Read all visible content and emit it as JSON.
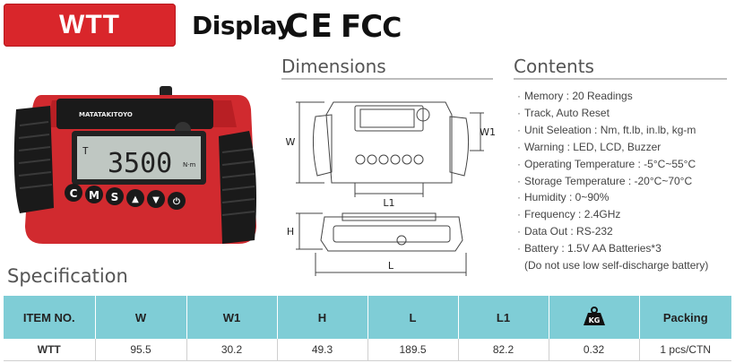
{
  "header": {
    "badge": "WTT",
    "title": "Display",
    "ce_mark": "CE",
    "fcc_mark": "FC"
  },
  "product": {
    "brand": "MATATAKITOYO",
    "lcd_value": "3500",
    "lcd_unit": "N·m",
    "lcd_prefix": "T",
    "buttons": [
      "C",
      "M",
      "S",
      "▲",
      "▼",
      "⏻"
    ]
  },
  "dimensions": {
    "title": "Dimensions",
    "labels": {
      "w": "W",
      "w1": "W1",
      "l1": "L1",
      "h": "H",
      "l": "L"
    }
  },
  "contents": {
    "title": "Contents",
    "items": [
      "Memory : 20 Readings",
      "Track, Auto Reset",
      "Unit Seleation : Nm, ft.lb, in.lb, kg-m",
      "Warning : LED, LCD, Buzzer",
      "Operating Temperature : -5°C~55°C",
      "Storage Temperature : -20°C~70°C",
      "Humidity : 0~90%",
      "Frequency : 2.4GHz",
      "Data Out : RS-232",
      "Battery : 1.5V AA Batteries*3",
      "(Do not use low self-discharge battery)"
    ]
  },
  "specification": {
    "title": "Specification",
    "columns": [
      "ITEM NO.",
      "W",
      "W1",
      "H",
      "L",
      "L1",
      "KG",
      "Packing"
    ],
    "rows": [
      [
        "WTT",
        "95.5",
        "30.2",
        "49.3",
        "189.5",
        "82.2",
        "0.32",
        "1 pcs/CTN"
      ]
    ]
  },
  "colors": {
    "brand_red": "#d9262b",
    "table_header": "#7fcdd6"
  }
}
